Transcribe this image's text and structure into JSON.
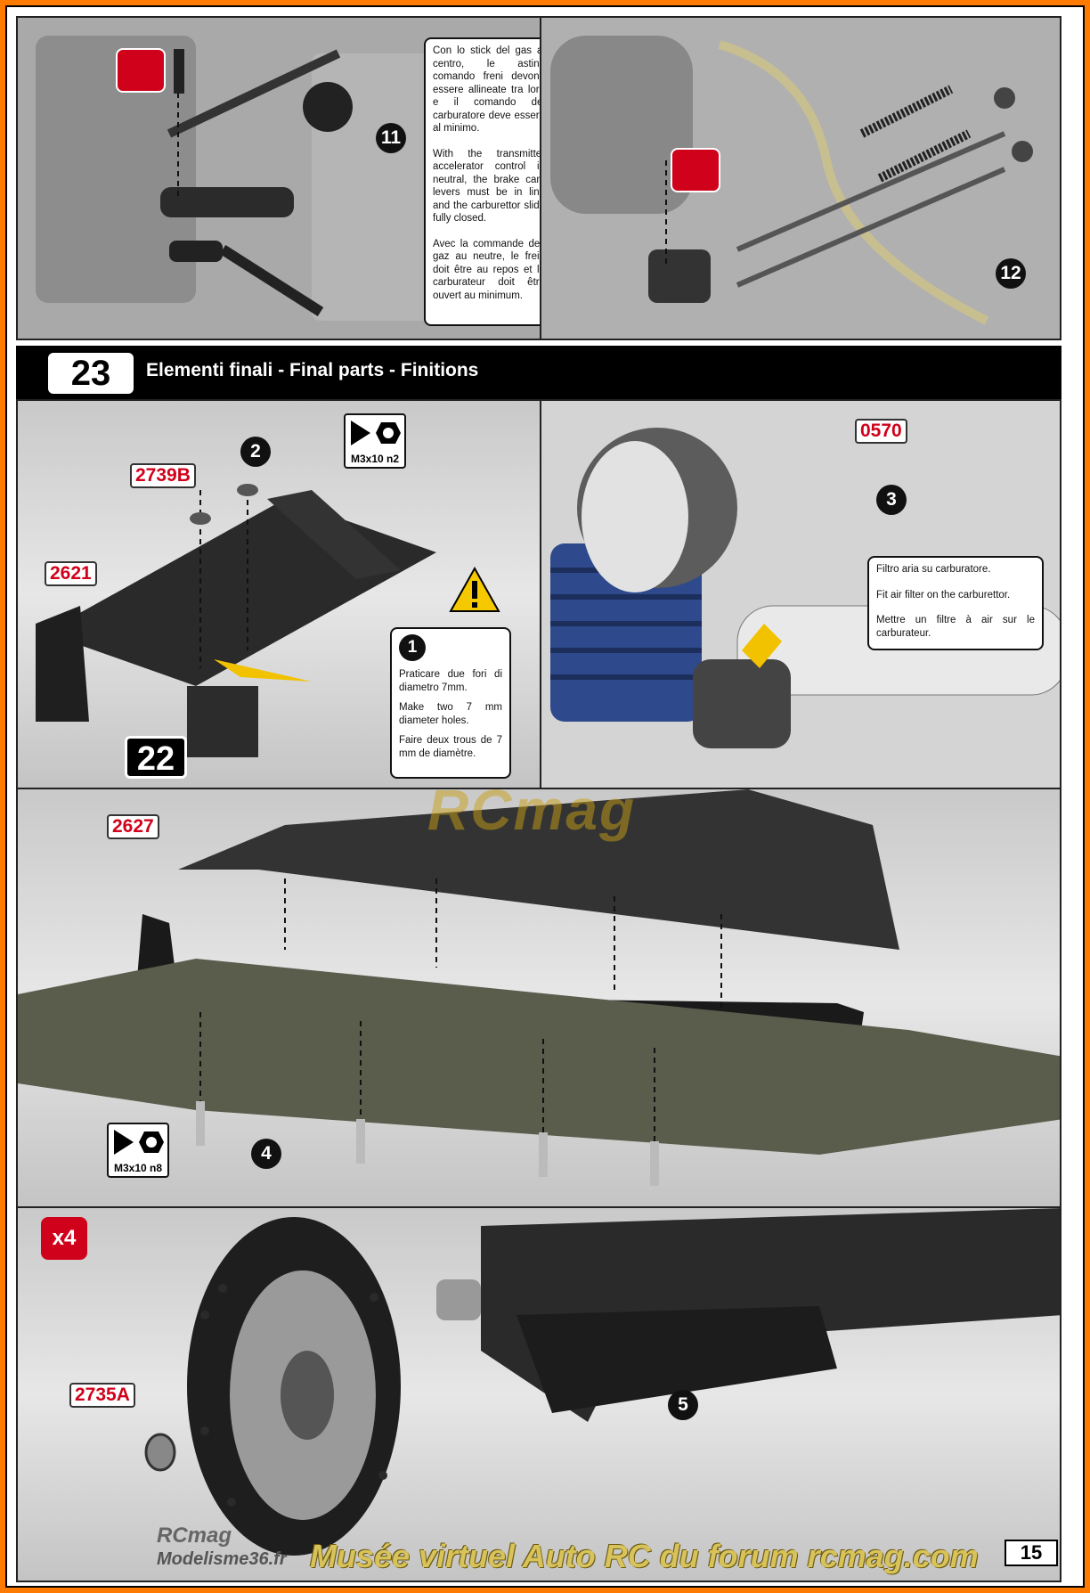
{
  "top_left": {
    "step_number": "11"
  },
  "top_middle": {
    "paragraphs": [
      "Con lo stick del gas al centro, le astine comando freni devono essere allineate tra loro e il comando del carburatore deve essere al minimo.",
      "With the transmitter accelerator control in neutral, the brake cam levers must be in line and the carburettor slide fully closed.",
      "Avec la commande des gaz au neutre, le frein doit être au repos et le carburateur doit être ouvert au minimum."
    ]
  },
  "top_right": {
    "step_number": "12"
  },
  "section": {
    "number": "23",
    "title": "Elementi finali - Final parts - Finitions"
  },
  "wing_panel": {
    "part_2739B": "2739B",
    "part_2621": "2621",
    "step_2": "2",
    "screw_label": "M3x10 n2",
    "ref_step": "22",
    "note_number": "1",
    "note_paragraphs": [
      "Praticare due fori di diametro 7mm.",
      "Make two 7 mm diameter holes.",
      "Faire deux trous de 7 mm de diamètre."
    ]
  },
  "engine_panel": {
    "part_0570": "0570",
    "step_3": "3",
    "note_paragraphs": [
      "Filtro aria su carburatore.",
      "Fit air filter on the carburettor.",
      "Mettre un filtre à air sur le carburateur."
    ]
  },
  "chassis_panel": {
    "part_2627": "2627",
    "screw_label": "M3x10 n8",
    "step_4": "4"
  },
  "wheel_panel": {
    "quantity": "x4",
    "part_2735A": "2735A",
    "step_5": "5"
  },
  "watermark": "RCmag",
  "footer": {
    "logo_top": "RCmag",
    "logo_bottom": "Modelisme36.fr",
    "text": "Musée virtuel Auto RC du forum rcmag.com",
    "page_number": "15"
  }
}
